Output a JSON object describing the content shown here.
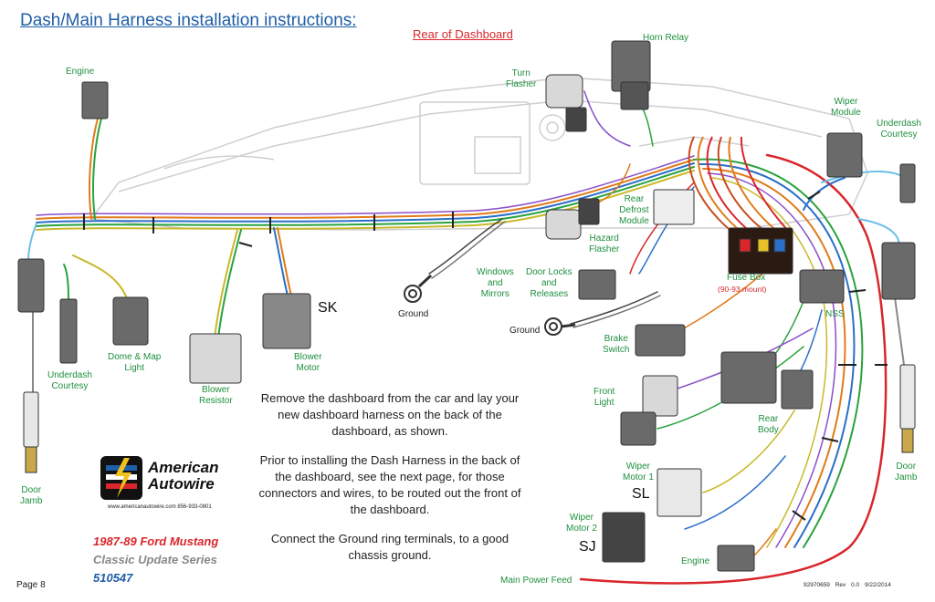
{
  "title": "Dash/Main Harness installation instructions:",
  "subtitle": "Rear of Dashboard",
  "labels": {
    "engine_top": "Engine",
    "turn_flasher": "Turn\nFlasher",
    "horn_relay": "Horn Relay",
    "wiper_module": "Wiper\nModule",
    "underdash_courtesy_right": "Underdash\nCourtesy",
    "rear_defrost_module": "Rear\nDefrost\nModule",
    "hazard_flasher": "Hazard\nFlasher",
    "windows_mirrors": "Windows\nand\nMirrors",
    "door_locks": "Door Locks\nand\nReleases",
    "fuse_box": "Fuse Box",
    "fuse_box_note": "(90-93 mount)",
    "nss": "NSS",
    "ground_left": "Ground",
    "ground_mid": "Ground",
    "brake_switch": "Brake\nSwitch",
    "front_light": "Front\nLight",
    "rear_body": "Rear\nBody",
    "door_jamb_left": "Door\nJamb",
    "door_jamb_right": "Door\nJamb",
    "underdash_courtesy_left": "Underdash\nCourtesy",
    "dome_map_light": "Dome & Map\nLight",
    "blower_resistor": "Blower\nResistor",
    "blower_motor": "Blower\nMotor",
    "wiper_motor_1": "Wiper\nMotor 1",
    "wiper_motor_2": "Wiper\nMotor 2",
    "engine_bottom": "Engine",
    "main_power_feed": "Main Power Feed"
  },
  "codes": {
    "sk": "SK",
    "sl": "SL",
    "sj": "SJ"
  },
  "instructions": [
    "Remove the dashboard from the car and lay your new dashboard harness on the back of the dashboard, as shown.",
    "Prior to installing the Dash Harness in the back of the dashboard, see the next page, for those connectors and wires, to be routed out the front of the dashboard.",
    "Connect the Ground ring terminals, to a good chassis ground."
  ],
  "logo": {
    "name_line1": "American",
    "name_line2": "Autowire",
    "website": "www.americanautowire.com   856-933-0801"
  },
  "product": {
    "line1": "1987-89 Ford Mustang",
    "line2": "Classic Update Series",
    "line3": "510547"
  },
  "footer": {
    "page": "Page 8",
    "doc_number": "92970659",
    "rev": "Rev 0.0",
    "date": "9/22/2014"
  },
  "colors": {
    "title": "#1f5ea8",
    "label": "#1e8f3e",
    "accent_red": "#d9262b",
    "connector": "#555555",
    "dash_outline": "#cfcfcf"
  }
}
